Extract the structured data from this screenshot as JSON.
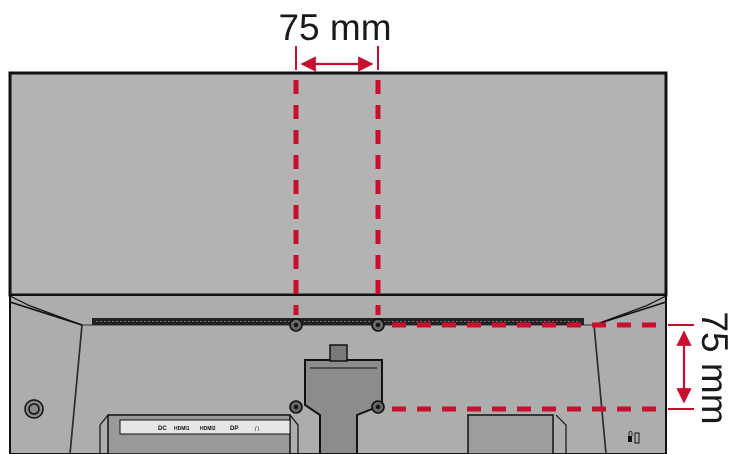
{
  "diagram": {
    "horizontal_dimension_label": "75 mm",
    "vertical_dimension_label": "75 mm",
    "ports": [
      "DC",
      "HDMI1",
      "HDMI2",
      "DP",
      "∩"
    ],
    "lock_icon_name": "kensington-lock-icon",
    "colors": {
      "guide_line": "#c8102e",
      "panel": "#b3b3b3",
      "housing": "#aeaeae",
      "outline": "#111111"
    }
  }
}
